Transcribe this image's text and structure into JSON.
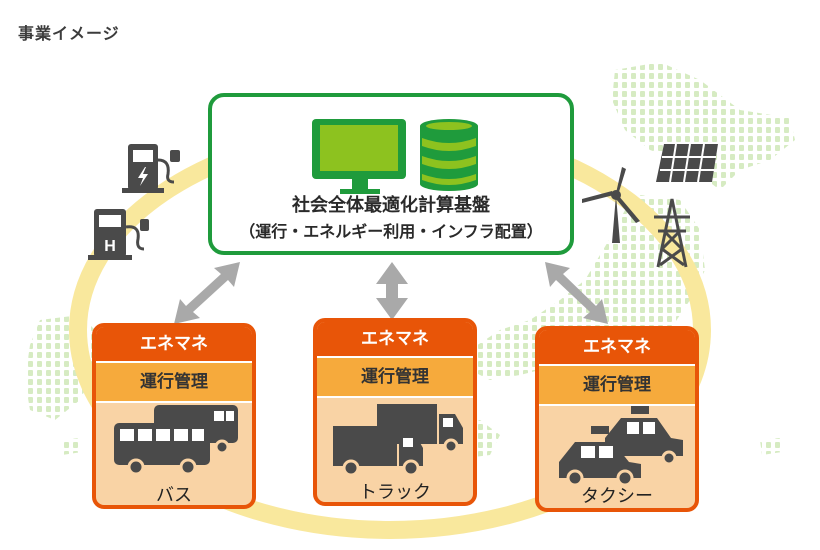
{
  "title": "事業イメージ",
  "platform": {
    "line1": "社会全体最適化計算基盤",
    "line2": "（運行・エネルギー利用・インフラ配置）"
  },
  "cards": [
    {
      "header": "エネマネ",
      "sub": "運行管理",
      "label": "バス"
    },
    {
      "header": "エネマネ",
      "sub": "運行管理",
      "label": "トラック"
    },
    {
      "header": "エネマネ",
      "sub": "運行管理",
      "label": "タクシー"
    }
  ],
  "icons": [
    "monitor-icon",
    "database-icon",
    "ev-charger-icon",
    "hydrogen-station-icon",
    "solar-panel-icon",
    "wind-turbine-icon",
    "power-tower-icon",
    "bus-icon",
    "truck-icon",
    "taxi-icon"
  ],
  "colors": {
    "green": "#1f9b3c",
    "lime": "#8dc21f",
    "orange": "#e85508",
    "amber": "#f6aa3c",
    "peach": "#f9d3a5",
    "yellow_ring": "#f8e79a",
    "map_dots": "#d9ebc6",
    "gray_arrow": "#a9a9a9"
  }
}
